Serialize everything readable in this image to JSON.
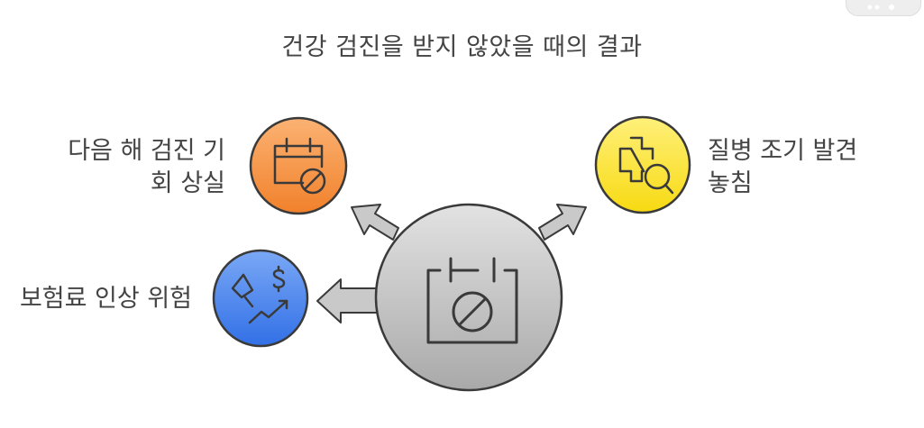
{
  "title": "건강 검진을 받지 않았을 때의 결과",
  "center": {
    "icon": "calendar-cancel-icon",
    "color": "#c9c9c9"
  },
  "outcomes": [
    {
      "id": "missed-next-year",
      "lines": [
        "다음 해 검진 기",
        "회 상실"
      ],
      "icon": "calendar-cancel-icon",
      "color": "#f79a4a"
    },
    {
      "id": "missed-early-detection",
      "lines": [
        "질병 조기 발견",
        "놓침"
      ],
      "icon": "medical-search-icon",
      "color": "#fce531"
    },
    {
      "id": "premium-increase-risk",
      "lines": [
        "보험료 인상 위험"
      ],
      "icon": "price-increase-icon",
      "color": "#4a86f0"
    }
  ],
  "colors": {
    "stroke": "#3a3a3a",
    "text": "#444444"
  }
}
